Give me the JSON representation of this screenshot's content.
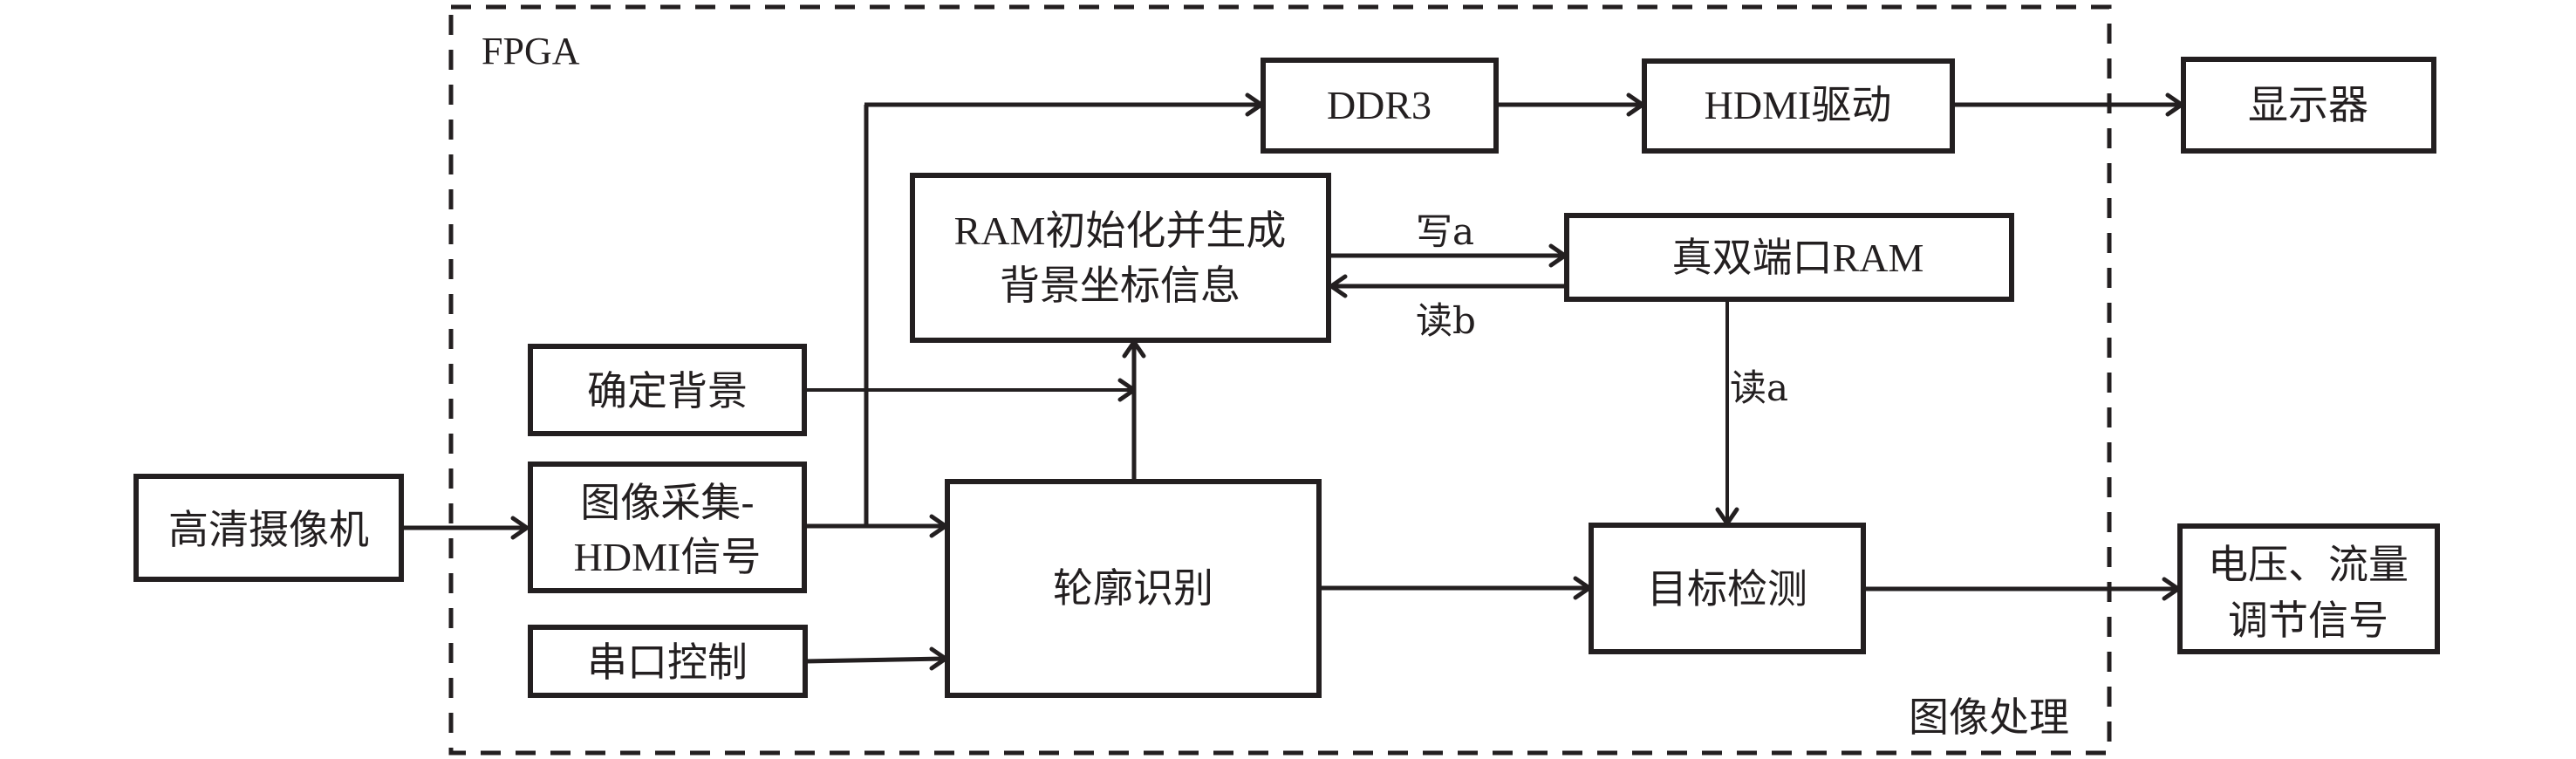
{
  "figure": {
    "region_fpga_label": "FPGA",
    "region_image_processing_label": "图像处理",
    "blocks": {
      "camera": "高清摄像机",
      "determine_background": "确定背景",
      "image_capture_line1": "图像采集-",
      "image_capture_line2": "HDMI信号",
      "serial_control": "串口控制",
      "ram_init_line1": "RAM初始化并生成",
      "ram_init_line2": "背景坐标信息",
      "contour_recognition": "轮廓识别",
      "ddr3": "DDR3",
      "hdmi_driver": "HDMI驱动",
      "display": "显示器",
      "true_dual_port_ram": "真双端口RAM",
      "target_detection": "目标检测",
      "output_signal_line1": "电压、流量",
      "output_signal_line2": "调节信号"
    },
    "edge_labels": {
      "write_a": "写a",
      "read_b": "读b",
      "read_a": "读a"
    },
    "edges": [
      {
        "from": "camera",
        "to": "image_capture"
      },
      {
        "from": "image_capture",
        "to": "contour_recognition"
      },
      {
        "from": "image_capture",
        "to": "ddr3"
      },
      {
        "from": "determine_background",
        "to": "ram_init"
      },
      {
        "from": "serial_control",
        "to": "contour_recognition"
      },
      {
        "from": "contour_recognition",
        "to": "ram_init"
      },
      {
        "from": "ram_init",
        "to": "true_dual_port_ram",
        "label": "写a"
      },
      {
        "from": "true_dual_port_ram",
        "to": "ram_init",
        "label": "读b"
      },
      {
        "from": "true_dual_port_ram",
        "to": "target_detection",
        "label": "读a"
      },
      {
        "from": "contour_recognition",
        "to": "target_detection"
      },
      {
        "from": "ddr3",
        "to": "hdmi_driver"
      },
      {
        "from": "hdmi_driver",
        "to": "display"
      },
      {
        "from": "target_detection",
        "to": "output_signal"
      }
    ]
  }
}
